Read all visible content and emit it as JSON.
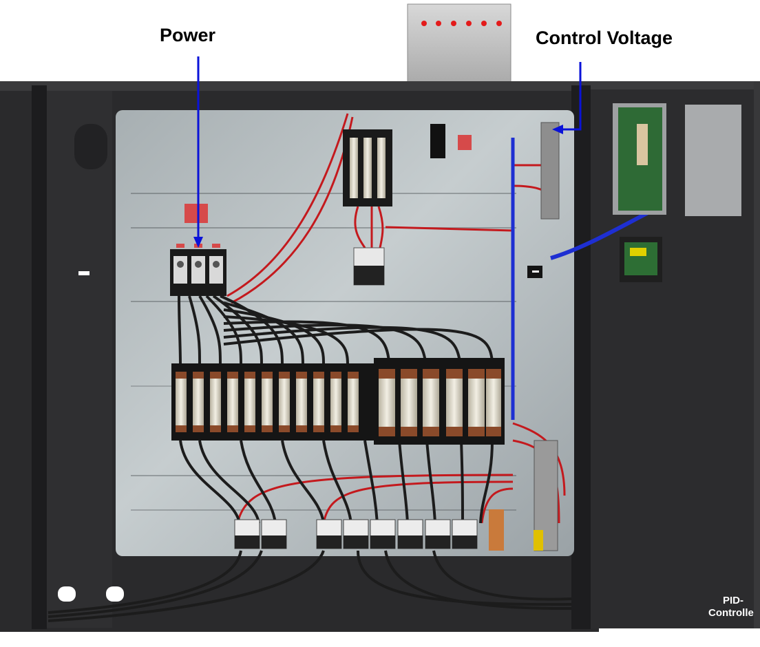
{
  "labels": {
    "power": "Power",
    "control_voltage": "Control Voltage",
    "pid_line1": "PID-",
    "pid_line2": "Controlle"
  },
  "colors": {
    "arrow": "#0a12d8",
    "cabinet": "#2a2a2c",
    "backplate": "#b4bcbe",
    "wire_red": "#c4191d",
    "wire_black": "#1c1c1c",
    "wire_blue": "#1e2fd2"
  },
  "icons": {
    "leader_arrow": "arrow-down",
    "leader_arrow_right": "arrow-left"
  }
}
